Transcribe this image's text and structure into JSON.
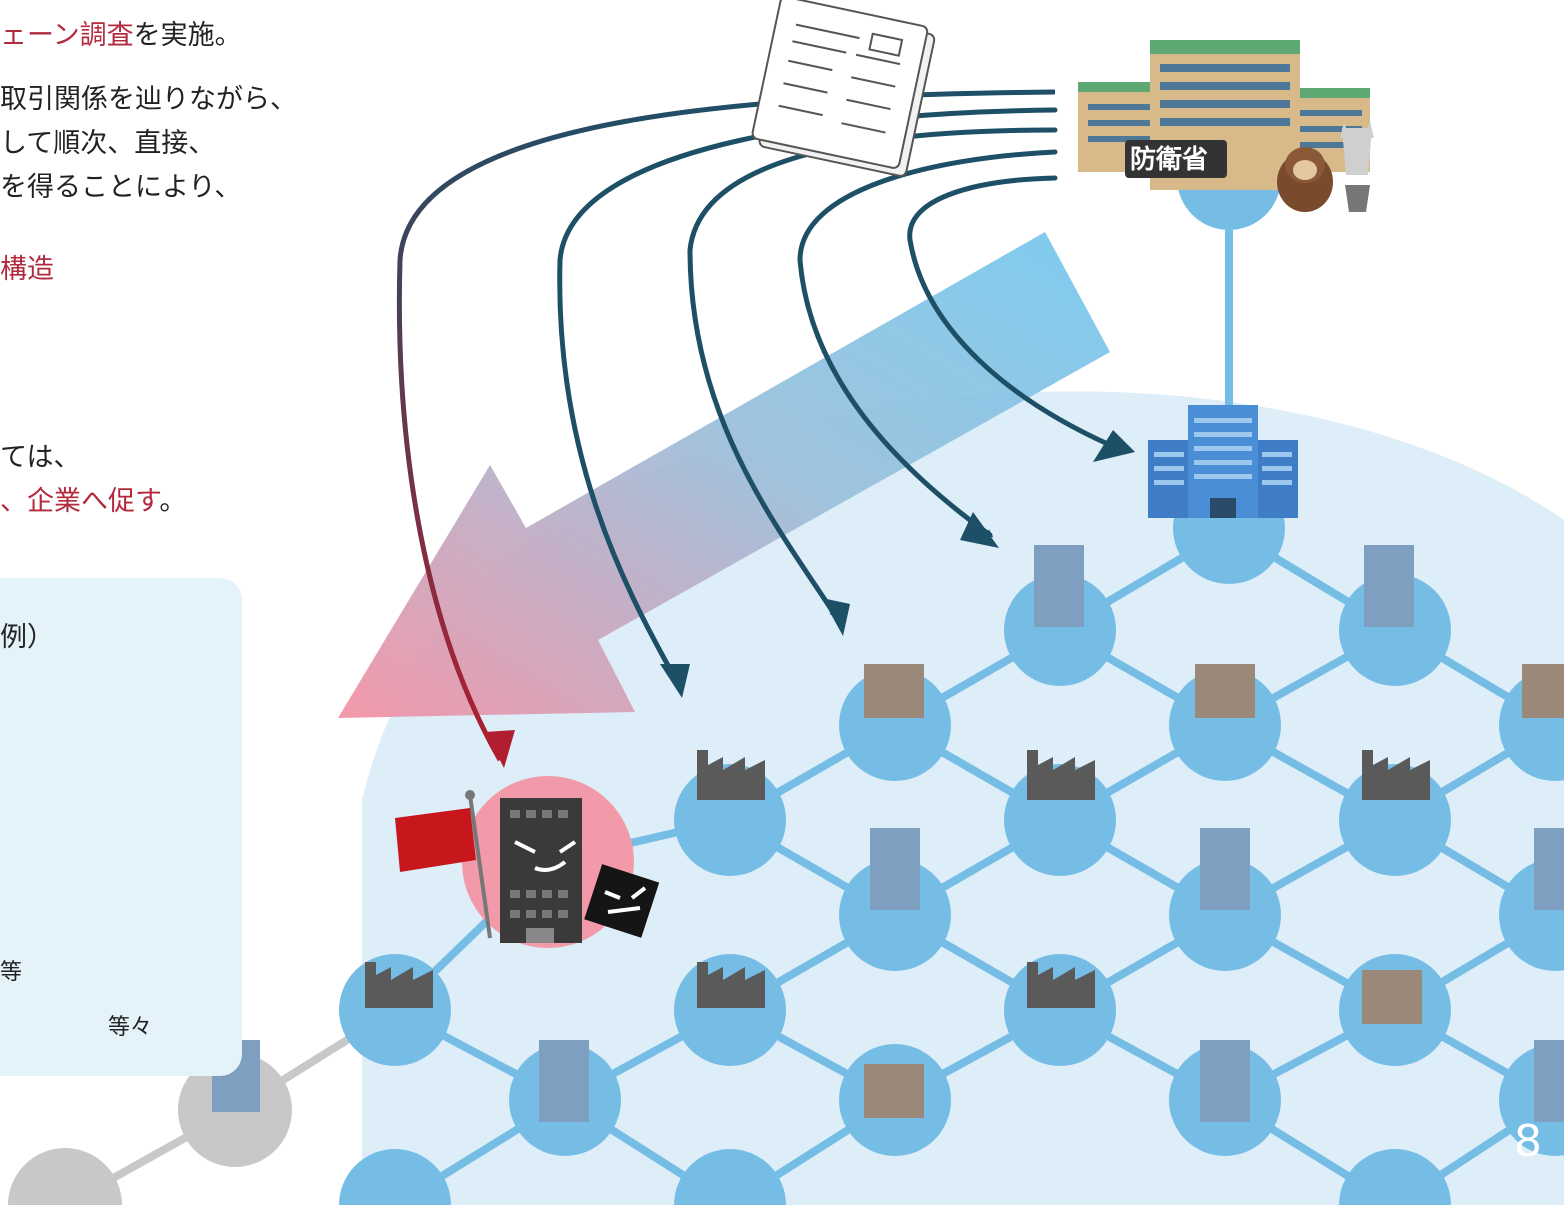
{
  "text": {
    "line1_accent": "ェーン調査",
    "line1_rest": "を実施。",
    "line2": "取引関係を辿りながら、",
    "line3": "して順次、直接、",
    "line4": "を得ることにより、",
    "line5": "構造",
    "line6": "ては、",
    "line7_accent": "、企業へ促す",
    "line7_rest": "。"
  },
  "panel": {
    "heading": "例）",
    "item_fragment": "等",
    "etc": "等々"
  },
  "mod_label": "防衛省",
  "page_number": "8",
  "colors": {
    "node_blue": "#76bde6",
    "edge_blue": "#76bde6",
    "node_gray": "#c8c8c8",
    "highlight_red": "#f39aaa",
    "arrow_dark": "#1d4f67",
    "arrow_red": "#b01e30",
    "region_bg": "#ddeef8",
    "accent_text": "#b32a3e"
  },
  "icons": [
    "document-icon",
    "ministry-building-icon",
    "office-building-icon",
    "factory-icon",
    "small-office-icon",
    "villain-building-icon",
    "villain-chip-icon",
    "red-flag-icon",
    "monkey-icon",
    "wolf-icon"
  ]
}
